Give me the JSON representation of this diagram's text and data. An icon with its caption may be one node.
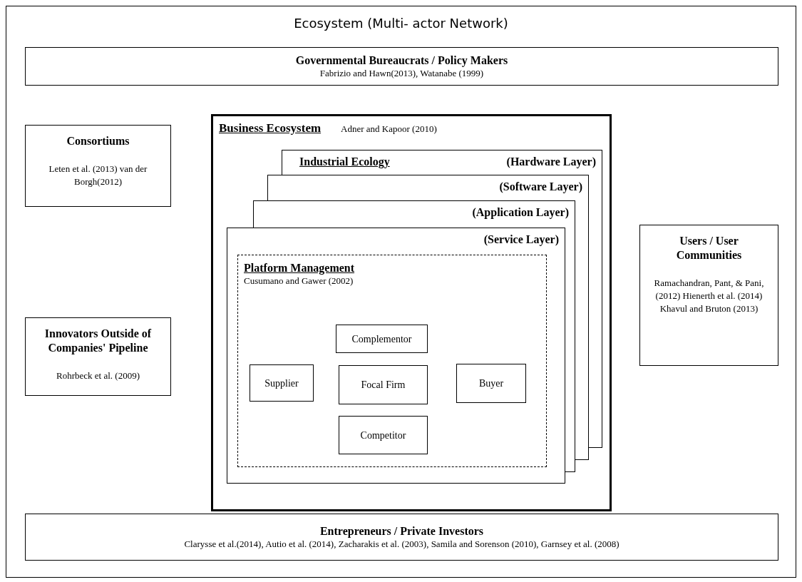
{
  "diagram": {
    "nodes": [
      {
        "text": [
          "Ecosystem (Multi- actor Network)"
        ]
      },
      {
        "text": [
          "Governmental Bureaucrats / Policy Makers",
          "Fabrizio and Hawn(2013), Watanabe (1999)"
        ],
        "in": 0
      },
      {
        "text": [
          "Consortiums",
          "Leten et al. (2013) van der Borgh(2012)"
        ],
        "in": 0
      },
      {
        "text": [
          "Innovators Outside of Companies' Pipeline",
          "Rohrbeck et al. (2009)"
        ],
        "in": 0
      },
      {
        "text": [
          "Business Ecosystem",
          "Adner and Kapoor (2010)"
        ],
        "in": 0
      },
      {
        "text": [
          "Industrial Ecology",
          "(Hardware Layer)"
        ],
        "in": 4
      },
      {
        "text": [
          "(Software Layer)"
        ],
        "in": 4
      },
      {
        "text": [
          "(Application Layer)"
        ],
        "in": 4
      },
      {
        "text": [
          "(Service Layer)"
        ],
        "in": 4
      },
      {
        "text": [
          "Platform Management",
          "Cusumano and Gawer (2002)"
        ],
        "in": 8
      },
      {
        "text": [
          "Complementor"
        ],
        "in": 9
      },
      {
        "text": [
          "Supplier"
        ],
        "in": 9
      },
      {
        "text": [
          "Focal Firm"
        ],
        "in": 9
      },
      {
        "text": [
          "Buyer"
        ],
        "in": 9
      },
      {
        "text": [
          "Competitor"
        ],
        "in": 9
      },
      {
        "text": [
          "Users / User Communities",
          "Ramachandran, Pant, & Pani, (2012) Hienerth et al. (2014) Khavul and Bruton (2013)"
        ],
        "in": 0
      },
      {
        "text": [
          "Entrepreneurs / Private Investors",
          "Clarysse et al.(2014), Autio et al. (2014), Zacharakis et al. (2003), Samila and Sorenson (2010), Garnsey et al. (2008)"
        ],
        "in": 0
      }
    ],
    "edges": []
  }
}
